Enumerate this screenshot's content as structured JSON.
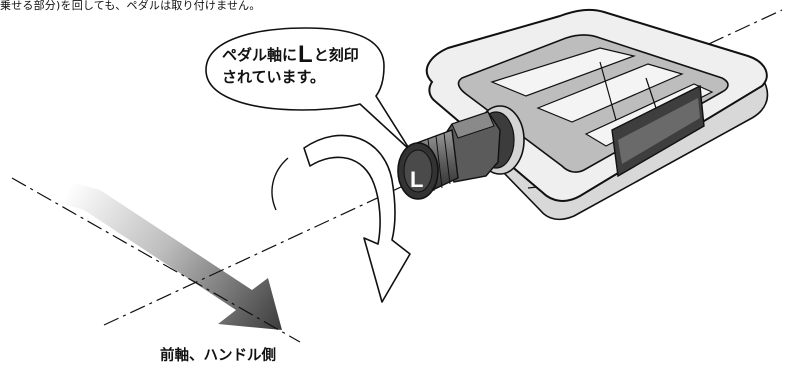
{
  "caption": {
    "top_line": "乗せる部分)を回しても、ペダルは取り付けません。"
  },
  "callout": {
    "line1_before": "ペダル軸に",
    "letter": "L",
    "line1_after": "と刻印",
    "line2": "されています。"
  },
  "axle_mark": "L",
  "direction_label": "前軸、ハンドル側",
  "colors": {
    "ink": "#111111",
    "pedal_fill": "#e8e8e8",
    "pedal_dark": "#3a3a3a",
    "arrow_start": "#ffffff",
    "arrow_end": "#4a4a4a"
  }
}
